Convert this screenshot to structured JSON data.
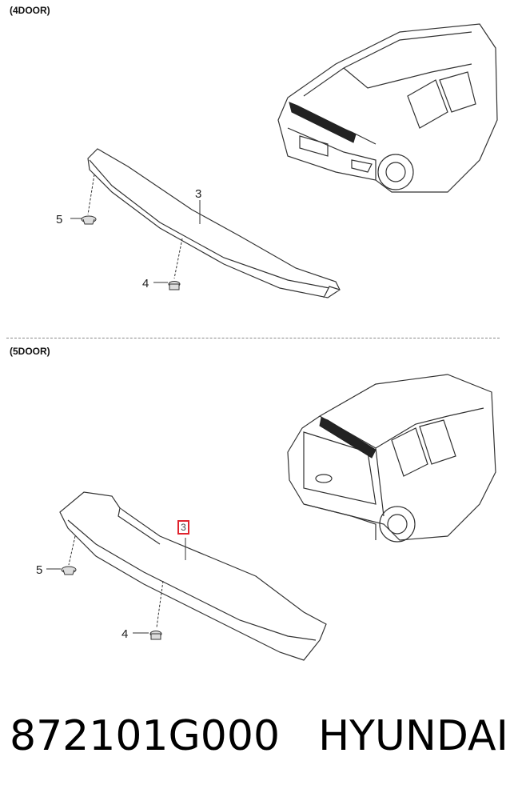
{
  "sections": {
    "top_label": "(4DOOR)",
    "bottom_label": "(5DOOR)"
  },
  "callouts_top": {
    "spoiler": "3",
    "nut": "4",
    "grommet": "5"
  },
  "callouts_bottom": {
    "spoiler": "3",
    "nut": "4",
    "grommet": "5"
  },
  "highlight_color": "#e0242e",
  "footer": {
    "part_number": "872101G000",
    "brand": "HYUNDAI"
  }
}
